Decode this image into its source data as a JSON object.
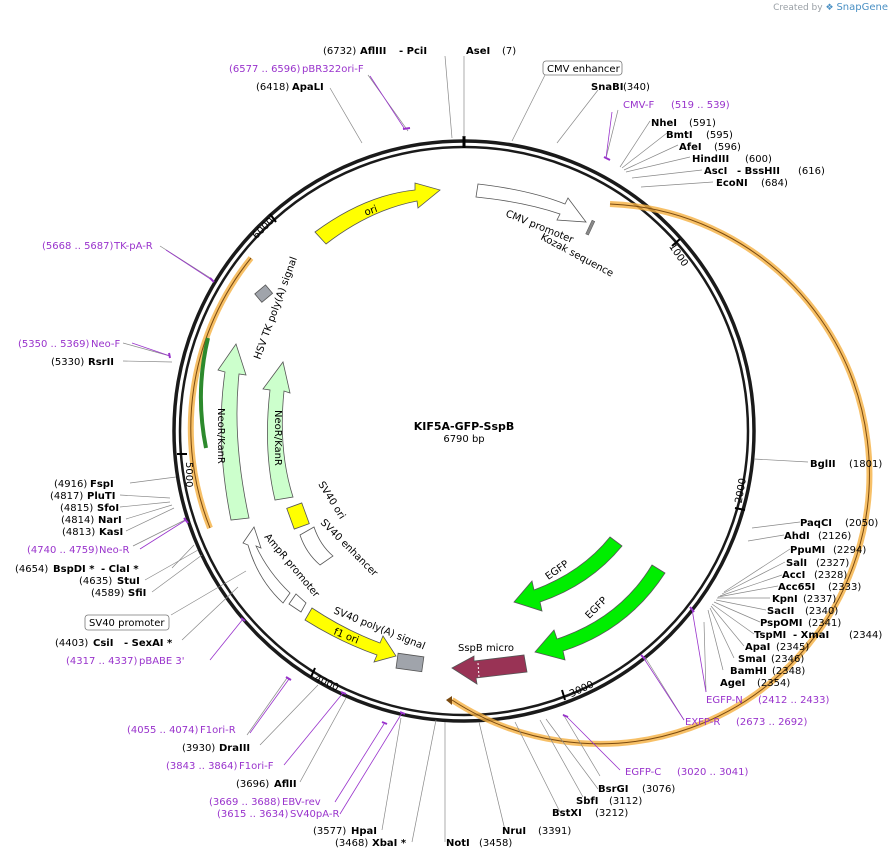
{
  "brand": {
    "prefix": "Created by",
    "name": "SnapGene"
  },
  "plasmid": {
    "name": "KIF5A-GFP-SspB",
    "length": "6790 bp"
  },
  "ticks": [
    "1000",
    "2000",
    "3000",
    "4000",
    "5000",
    "6000"
  ],
  "features": [
    {
      "label": "CMV enhancer",
      "boxed": true
    },
    {
      "label": "CMV promoter"
    },
    {
      "label": "Kozak sequence"
    },
    {
      "label": "ori"
    },
    {
      "label": "HSV TK poly(A) signal"
    },
    {
      "label": "NeoR/KanR"
    },
    {
      "label": "NeoR/KanR"
    },
    {
      "label": "SV40 ori"
    },
    {
      "label": "SV40 enhancer"
    },
    {
      "label": "AmpR promoter"
    },
    {
      "label": "f1 ori"
    },
    {
      "label": "SV40 poly(A) signal"
    },
    {
      "label": "SspB micro"
    },
    {
      "label": "EGFP"
    },
    {
      "label": "EGFP"
    },
    {
      "label": "SV40 promoter",
      "boxed": true
    }
  ],
  "sites": [
    {
      "name": "AflIII",
      "pos": "(6732)",
      "extra": "- PciI"
    },
    {
      "name": "AseI",
      "pos": "(7)"
    },
    {
      "name": "pBR322ori-F",
      "pos": "(6577 .. 6596)",
      "primer": true
    },
    {
      "name": "ApaLI",
      "pos": "(6418)"
    },
    {
      "name": "SnaBI",
      "pos": "(340)"
    },
    {
      "name": "CMV-F",
      "pos": "(519 .. 539)",
      "primer": true
    },
    {
      "name": "NheI",
      "pos": "(591)"
    },
    {
      "name": "BmtI",
      "pos": "(595)"
    },
    {
      "name": "AfeI",
      "pos": "(596)"
    },
    {
      "name": "HindIII",
      "pos": "(600)"
    },
    {
      "name": "AscI",
      "pos": "(616)",
      "extra": "- BssHII"
    },
    {
      "name": "EcoNI",
      "pos": "(684)"
    },
    {
      "name": "TK-pA-R",
      "pos": "(5668 .. 5687)",
      "primer": true
    },
    {
      "name": "Neo-F",
      "pos": "(5350 .. 5369)",
      "primer": true
    },
    {
      "name": "RsrII",
      "pos": "(5330)"
    },
    {
      "name": "BglII",
      "pos": "(1801)"
    },
    {
      "name": "FspI",
      "pos": "(4916)"
    },
    {
      "name": "PluTI",
      "pos": "(4817)"
    },
    {
      "name": "SfoI",
      "pos": "(4815)"
    },
    {
      "name": "NarI",
      "pos": "(4814)"
    },
    {
      "name": "KasI",
      "pos": "(4813)"
    },
    {
      "name": "Neo-R",
      "pos": "(4740 .. 4759)",
      "primer": true
    },
    {
      "name": "BspDI *",
      "pos": "(4654)",
      "extra": "- ClaI *"
    },
    {
      "name": "StuI",
      "pos": "(4635)"
    },
    {
      "name": "SfiI",
      "pos": "(4589)"
    },
    {
      "name": "PaqCI",
      "pos": "(2050)"
    },
    {
      "name": "AhdI",
      "pos": "(2126)"
    },
    {
      "name": "PpuMI",
      "pos": "(2294)"
    },
    {
      "name": "SalI",
      "pos": "(2327)"
    },
    {
      "name": "AccI",
      "pos": "(2328)"
    },
    {
      "name": "Acc65I",
      "pos": "(2333)"
    },
    {
      "name": "KpnI",
      "pos": "(2337)"
    },
    {
      "name": "SacII",
      "pos": "(2340)"
    },
    {
      "name": "PspOMI",
      "pos": "(2341)"
    },
    {
      "name": "TspMI",
      "pos": "(2344)",
      "extra": "- XmaI"
    },
    {
      "name": "ApaI",
      "pos": "(2345)"
    },
    {
      "name": "SmaI",
      "pos": "(2346)"
    },
    {
      "name": "BamHI",
      "pos": "(2348)"
    },
    {
      "name": "AgeI",
      "pos": "(2354)"
    },
    {
      "name": "CsiI",
      "pos": "(4403)",
      "extra": "- SexAI *"
    },
    {
      "name": "pBABE 3'",
      "pos": "(4317 .. 4337)",
      "primer": true
    },
    {
      "name": "EGFP-N",
      "pos": "(2412 .. 2433)",
      "primer": true
    },
    {
      "name": "EXFP-R",
      "pos": "(2673 .. 2692)",
      "primer": true
    },
    {
      "name": "F1ori-R",
      "pos": "(4055 .. 4074)",
      "primer": true
    },
    {
      "name": "DraIII",
      "pos": "(3930)"
    },
    {
      "name": "F1ori-F",
      "pos": "(3843 .. 3864)",
      "primer": true
    },
    {
      "name": "EGFP-C",
      "pos": "(3020 .. 3041)",
      "primer": true
    },
    {
      "name": "AflII",
      "pos": "(3696)"
    },
    {
      "name": "EBV-rev",
      "pos": "(3669 .. 3688)",
      "primer": true
    },
    {
      "name": "SV40pA-R",
      "pos": "(3615 .. 3634)",
      "primer": true
    },
    {
      "name": "BsrGI",
      "pos": "(3076)"
    },
    {
      "name": "SbfI",
      "pos": "(3112)"
    },
    {
      "name": "BstXI",
      "pos": "(3212)"
    },
    {
      "name": "HpaI",
      "pos": "(3577)"
    },
    {
      "name": "NruI",
      "pos": "(3391)"
    },
    {
      "name": "XbaI *",
      "pos": "(3468)"
    },
    {
      "name": "NotI",
      "pos": "(3458)"
    }
  ],
  "colors": {
    "backbone": "#1a1a1a",
    "primer": "#9933cc",
    "orange_band": "#f5b041",
    "ori_yellow": "#ffff00",
    "neo_green": "#ccffcc",
    "egfp_green": "#00ee00",
    "sspb": "#993355",
    "polyA_grey": "#a0a4ab",
    "kozak_grey": "#909090"
  }
}
